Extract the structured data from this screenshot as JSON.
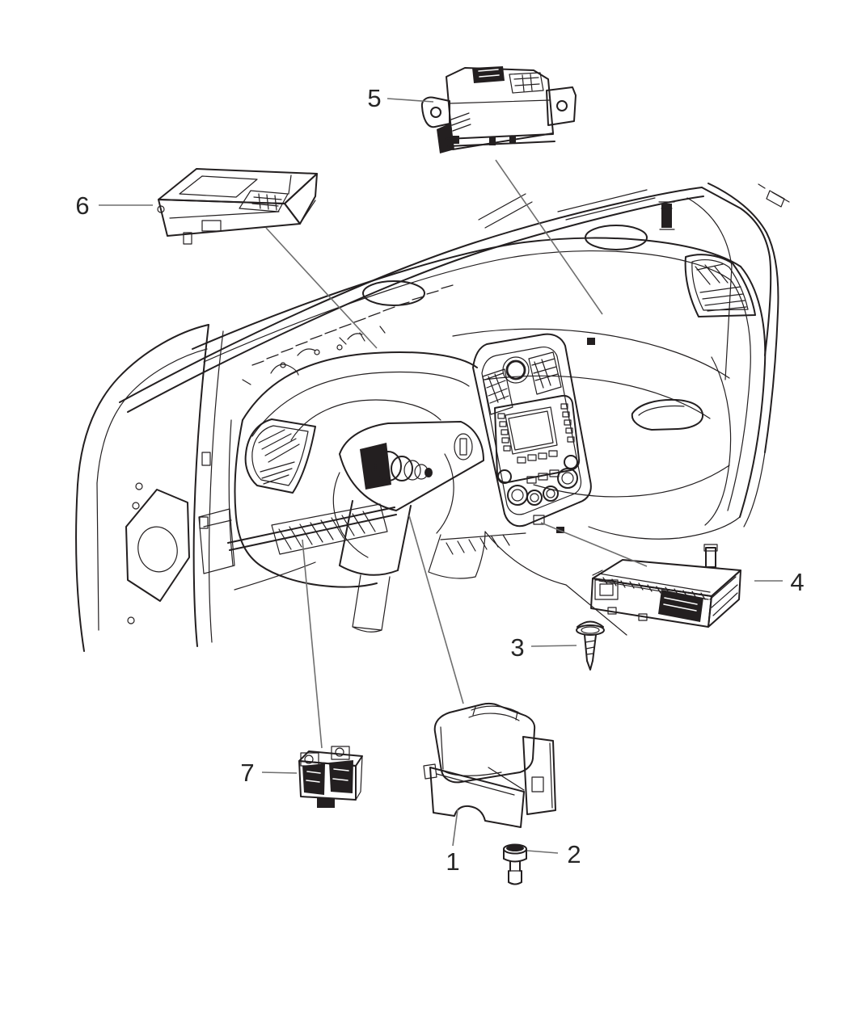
{
  "figure": {
    "background": "#ffffff",
    "art_color": "#231f20",
    "leader_color": "#6e6e6e",
    "callouts": [
      {
        "label": "1"
      },
      {
        "label": "2"
      },
      {
        "label": "3"
      },
      {
        "label": "4"
      },
      {
        "label": "5"
      },
      {
        "label": "6"
      },
      {
        "label": "7"
      }
    ]
  }
}
